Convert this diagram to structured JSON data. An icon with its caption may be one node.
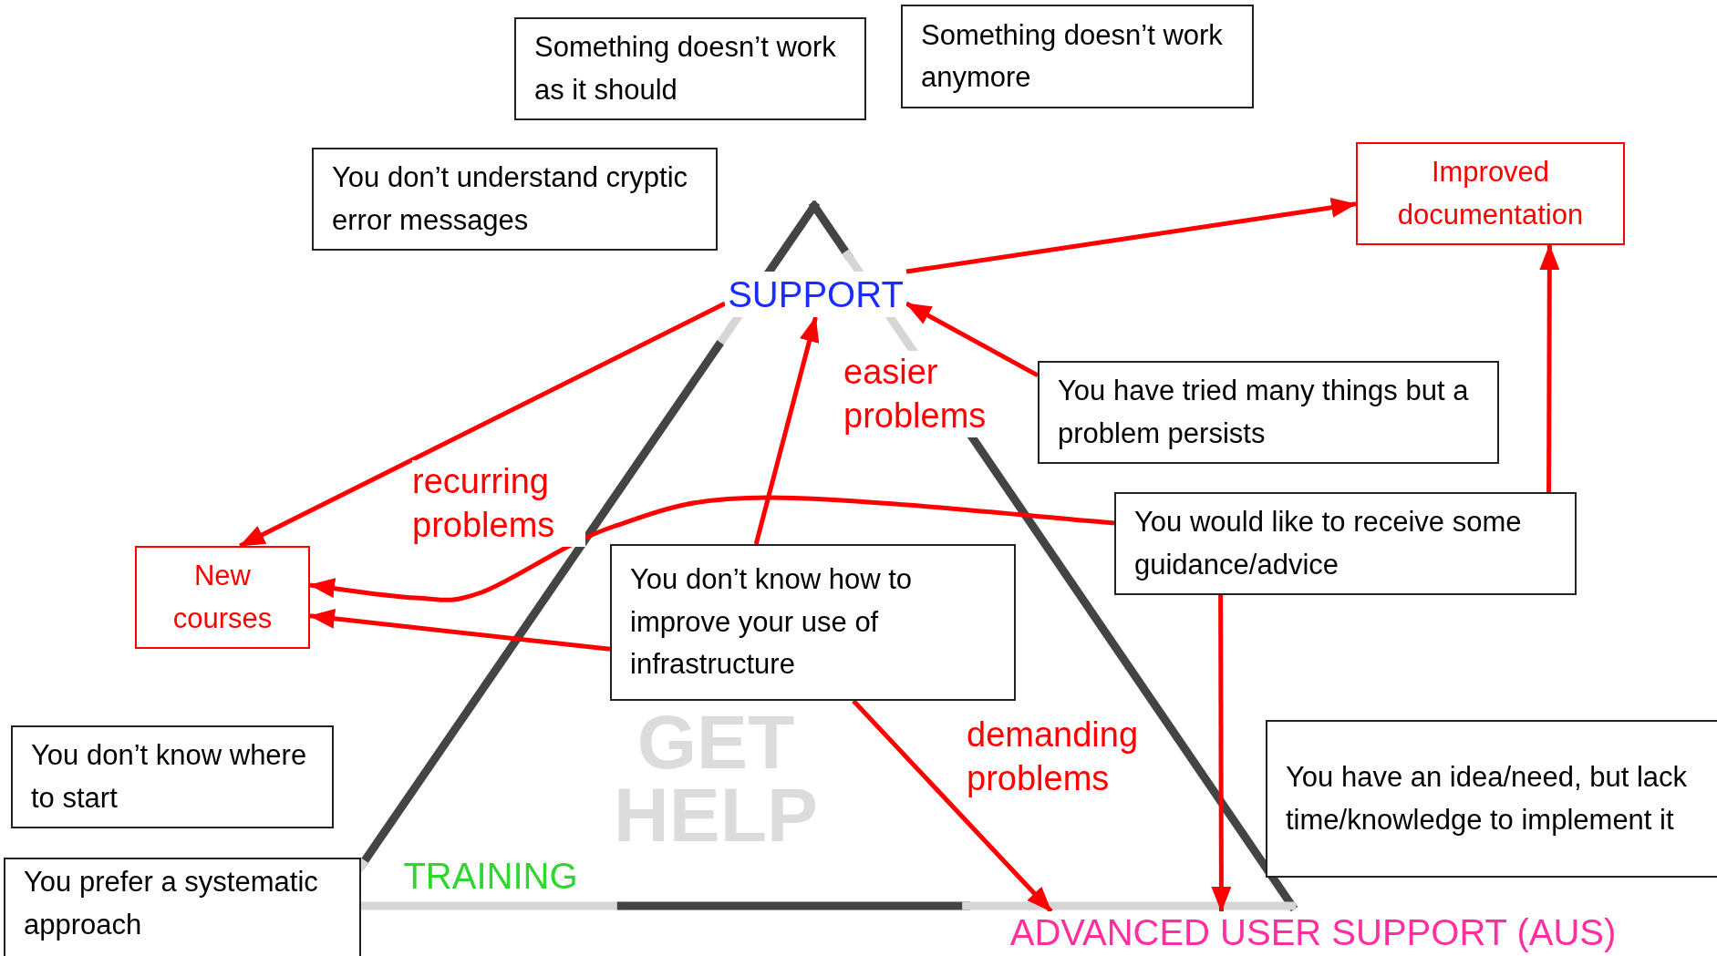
{
  "diagram": {
    "nodes": [
      {
        "text": [
          "Something doesn’t work as it should"
        ]
      },
      {
        "text": [
          "Something doesn’t work anymore"
        ]
      },
      {
        "text": [
          "You don’t understand cryptic error messages"
        ]
      },
      {
        "text": [
          "Improved documentation"
        ]
      },
      {
        "text": [
          "SUPPORT"
        ]
      },
      {
        "text": [
          "You have tried many things but a problem persists"
        ]
      },
      {
        "text": [
          "New courses"
        ]
      },
      {
        "text": [
          "You would like to receive some guidance/advice"
        ]
      },
      {
        "text": [
          "You don’t know how to improve your use of infrastructure"
        ]
      },
      {
        "text": [
          "You don’t know where to start"
        ]
      },
      {
        "text": [
          "You have an idea/need, but lack time/knowledge to implement it"
        ]
      },
      {
        "text": [
          "You prefer a systematic approach"
        ]
      },
      {
        "text": [
          "TRAINING"
        ]
      },
      {
        "text": [
          "ADVANCED USER SUPPORT (AUS)"
        ]
      }
    ],
    "edges": [
      {
        "from": 4,
        "to": 3,
        "arrow": "to"
      },
      {
        "from": 7,
        "to": 3,
        "arrow": "to"
      },
      {
        "from": 5,
        "to": 4,
        "arrow": "to"
      },
      {
        "from": 4,
        "to": 6,
        "arrow": "to",
        "label": "recurring problems"
      },
      {
        "from": 8,
        "to": 4,
        "arrow": "to",
        "label": "easier problems"
      },
      {
        "from": 7,
        "to": 6,
        "arrow": "to"
      },
      {
        "from": 8,
        "to": 6,
        "arrow": "to"
      },
      {
        "from": 8,
        "to": 13,
        "arrow": "to",
        "label": "demanding problems"
      },
      {
        "from": 7,
        "to": 13,
        "arrow": "to"
      }
    ],
    "labels": [
      "GET HELP"
    ]
  }
}
